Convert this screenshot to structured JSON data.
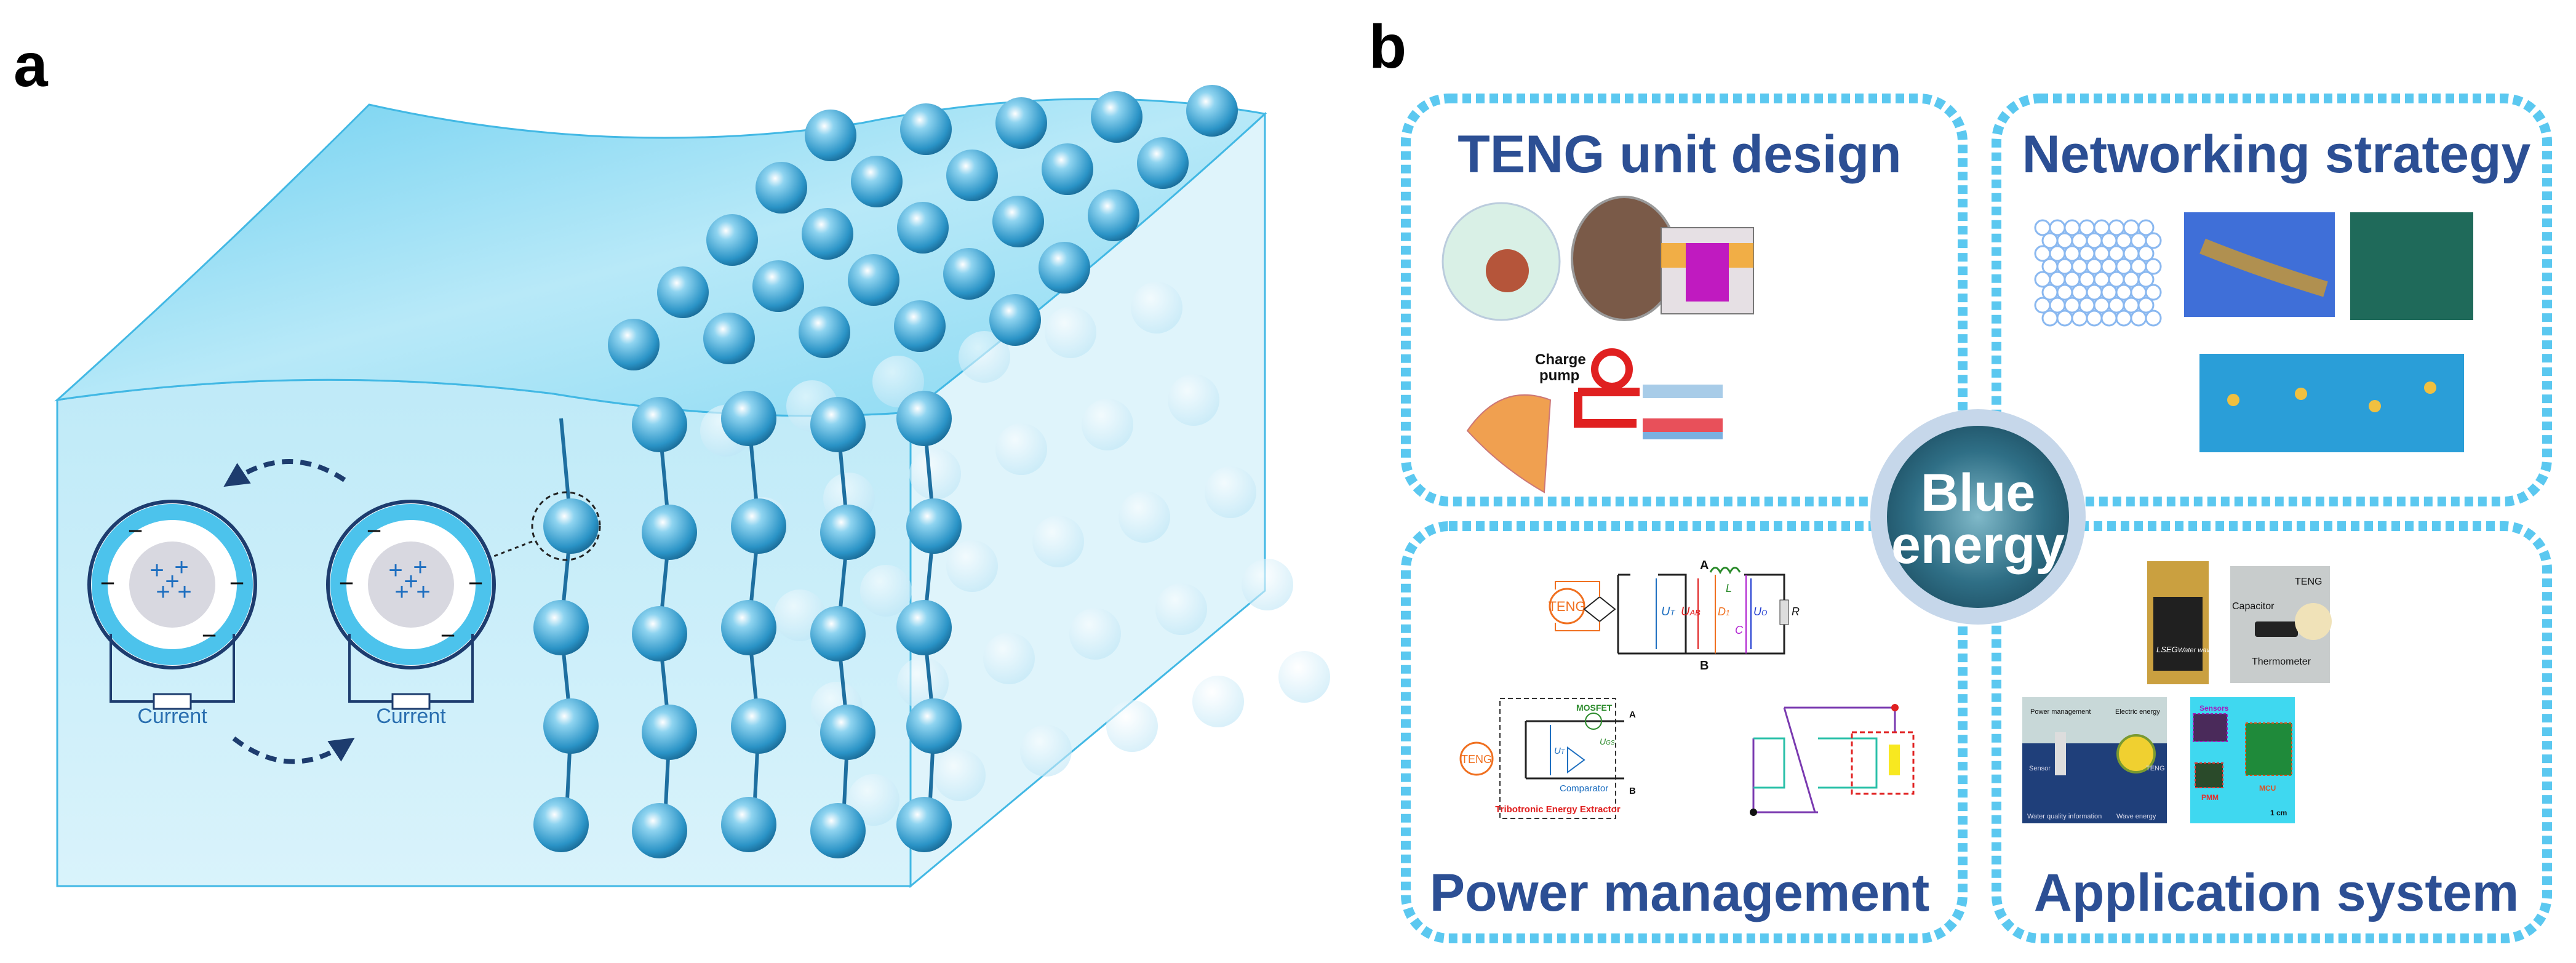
{
  "panel_a": {
    "label": "a",
    "current_left": "Current",
    "current_right": "Current",
    "colors": {
      "water": "#cdeefa",
      "sphere": "#2a9fd0",
      "arrow": "#1d3c6e"
    }
  },
  "panel_b": {
    "label": "b",
    "center": {
      "line1": "Blue",
      "line2": "energy"
    },
    "quadrants": {
      "teng_unit_design": {
        "title": "TENG unit design",
        "charge_pump": "Charge pump",
        "charge_pump_l1": "Charge",
        "charge_pump_l2": "pump"
      },
      "networking_strategy": {
        "title": "Networking strategy"
      },
      "power_management": {
        "title": "Power management",
        "circuit1": {
          "teng": "TENG",
          "ut": "U",
          "ut_sub": "T",
          "a": "A",
          "b": "B",
          "uab": "U",
          "uab_sub": "AB",
          "d1": "D",
          "d1_sub": "1",
          "l": "L",
          "c": "C",
          "uo": "U",
          "uo_sub": "O",
          "r": "R"
        },
        "circuit2": {
          "teng": "TENG",
          "mosfet": "MOSFET",
          "ut": "U",
          "ut_sub": "T",
          "ugs": "U",
          "ugs_sub": "GS",
          "comparator": "Comparator",
          "a": "A",
          "b": "B",
          "extractor": "Tribotronic Energy Extractor"
        }
      },
      "application_system": {
        "title": "Application system",
        "photo1": {
          "lseg": "LSEG",
          "water_waves": "Water waves"
        },
        "photo2": {
          "teng": "TENG",
          "capacitor": "Capacitor",
          "thermometer": "Thermometer"
        },
        "scheme": {
          "power_management": "Power management",
          "electric_energy": "Electric energy",
          "sensor": "Sensor",
          "teng": "TENG",
          "water_quality": "Water quality information",
          "wave_energy": "Wave energy"
        },
        "board": {
          "sensors": "Sensors",
          "pmm": "PMM",
          "mcu": "MCU",
          "scale": "1 cm"
        }
      }
    },
    "colors": {
      "title": "#2c4f94",
      "border": "#5bc8f0",
      "center_ring": "#c6d7ea"
    }
  }
}
